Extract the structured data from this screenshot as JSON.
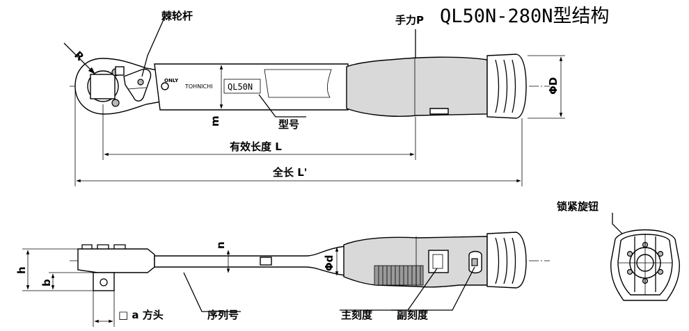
{
  "title": {
    "hand_force": "手力P",
    "model_range": "QL50N-280N型结构"
  },
  "labels": {
    "ratchet_lever": "棘轮杆",
    "model_no": "型号",
    "effective_length": "有效长度 L",
    "total_length": "全长 L'",
    "lock_knob": "锁紧旋钮",
    "square_drive": "□ a  方头",
    "serial_no": "序列号",
    "main_scale": "主刻度",
    "sub_scale": "副刻度"
  },
  "dims": {
    "R": "R",
    "m": "m",
    "phi_D": "ΦD",
    "phi_d": "Φd",
    "n": "n",
    "h": "h",
    "b": "b"
  },
  "engraving": {
    "only": "ONLY",
    "brand": "TOHNICHI",
    "model": "QL50N"
  }
}
